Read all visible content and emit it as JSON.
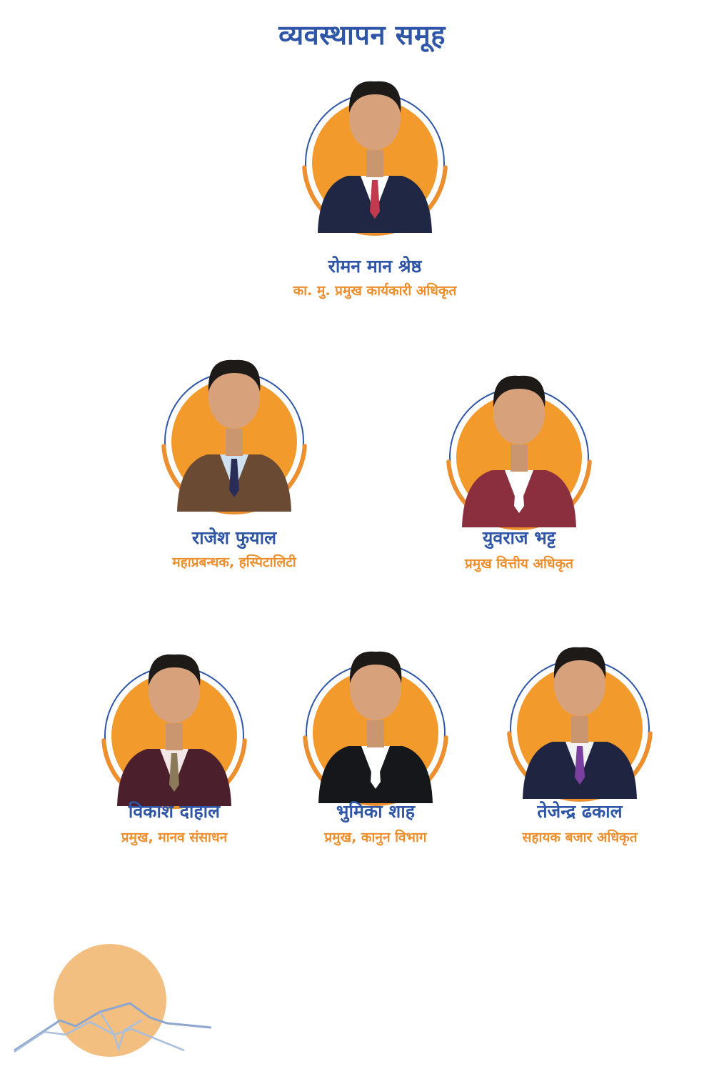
{
  "page": {
    "title": "व्यवस्थापन समूह",
    "colors": {
      "blue": "#2f56a6",
      "orange": "#f39a2c",
      "ring_orange": "#ee8f2e"
    }
  },
  "members": [
    {
      "name": "रोमन मान श्रेष्ठ",
      "role": "का. मु. प्रमुख कार्यकारी अधिकृत",
      "suit": "#1f2744",
      "shirt": "#ffffff",
      "tie": "#c23a4d"
    },
    {
      "name": "राजेश फुयाल",
      "role": "महाप्रबन्धक, हस्पिटालिटी",
      "suit": "#6b4a34",
      "shirt": "#cfe0ee",
      "tie": "#2a2c58"
    },
    {
      "name": "युवराज भट्ट",
      "role": "प्रमुख वित्तीय अधिकृत",
      "suit": "#8b2f3f",
      "shirt": "#ffffff",
      "tie": "#ffffff"
    },
    {
      "name": "विकाश दाहाल",
      "role": "प्रमुख, मानव संसाधन",
      "suit": "#4b1f2b",
      "shirt": "#f2e6e6",
      "tie": "#8a7a5a"
    },
    {
      "name": "भुमिका शाह",
      "role": "प्रमुख, कानुन विभाग",
      "suit": "#16171b",
      "shirt": "#ffffff",
      "tie": "#ffffff"
    },
    {
      "name": "तेजेन्द्र ढकाल",
      "role": "सहायक बजार अधिकृत",
      "suit": "#1f2540",
      "shirt": "#f2f2f2",
      "tie": "#7b3fa0"
    }
  ]
}
